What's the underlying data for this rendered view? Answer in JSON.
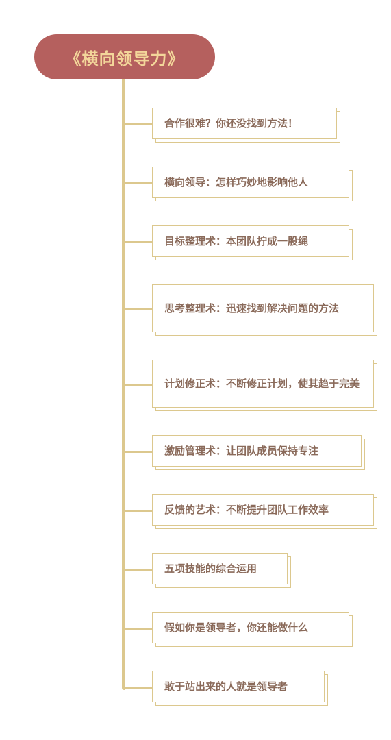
{
  "root": {
    "label": "《横向领导力》"
  },
  "topics": [
    {
      "label": "合作很难？你还没找到方法！"
    },
    {
      "label": "横向领导：怎样巧妙地影响他人"
    },
    {
      "label": "目标整理术：本团队拧成一股绳"
    },
    {
      "label": "思考整理术：迅速找到解决问题的方法"
    },
    {
      "label": "计划修正术：不断修正计划，使其趋于完美"
    },
    {
      "label": "激励管理术：让团队成员保持专注"
    },
    {
      "label": "反馈的艺术：不断提升团队工作效率"
    },
    {
      "label": "五项技能的综合运用"
    },
    {
      "label": "假如你是领导者，你还能做什么"
    },
    {
      "label": "敢于站出来的人就是领导者"
    }
  ],
  "colors": {
    "root_fill": "#b5605e",
    "root_text": "#f3d69a",
    "line": "#dcc88e",
    "topic_text": "#8a6a5a"
  }
}
